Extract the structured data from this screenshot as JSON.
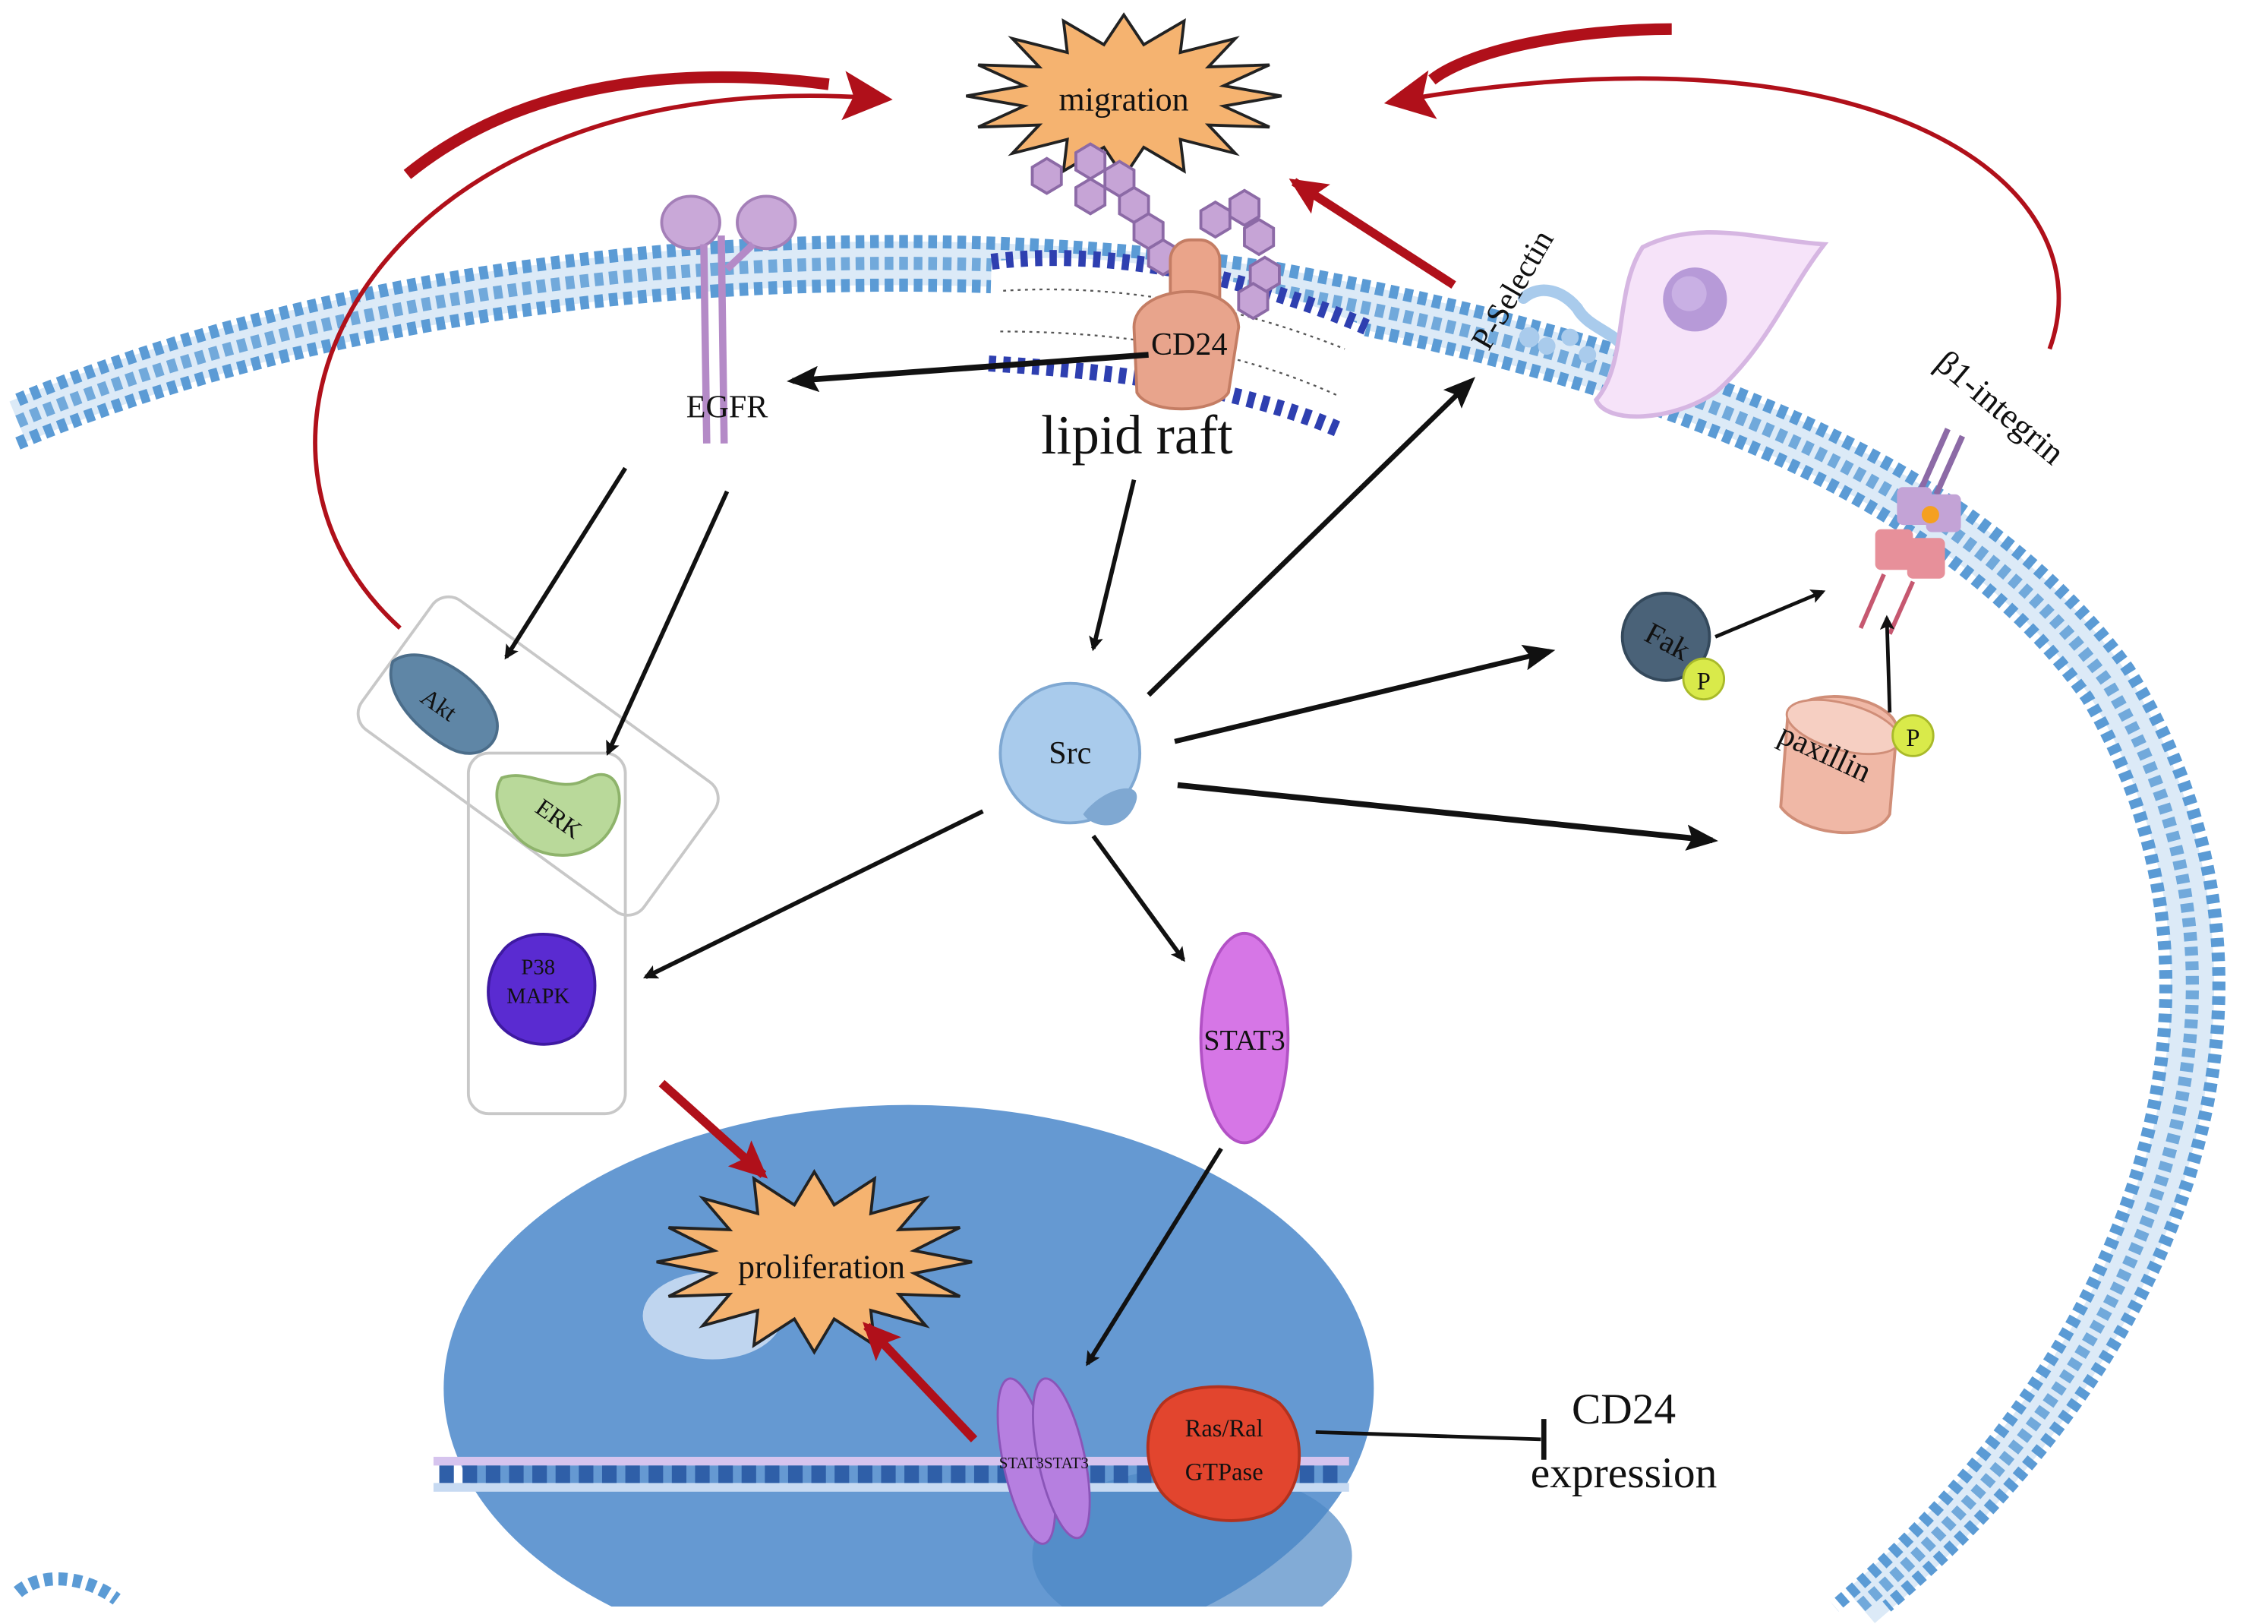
{
  "labels": {
    "migration": "migration",
    "proliferation": "proliferation",
    "cd24": "CD24",
    "lipid_raft": "lipid raft",
    "egfr": "EGFR",
    "p_selectin": "P-Selectin",
    "b1_integrin": "β1-integrin",
    "akt": "Akt",
    "erk": "ERK",
    "p38_line1": "P38",
    "p38_line2": "MAPK",
    "src": "Src",
    "stat3": "STAT3",
    "stat3_dimer": "STAT3STAT3",
    "fak": "Fak",
    "p_fak": "P",
    "paxillin": "paxillin",
    "p_paxillin": "P",
    "rasral_line1": "Ras/Ral",
    "rasral_line2": "GTPase",
    "cd24_expression_line1": "CD24",
    "cd24_expression_line2": "expression"
  },
  "colors": {
    "activation_arrow": "#111111",
    "promotion_arrow": "#b0101a",
    "membrane_head": "#5b9bd5",
    "raft_head": "#2e3fb0",
    "nucleus": "#6599d2",
    "burst_fill": "#f5b370",
    "src_fill": "#a9cbec",
    "stat3_fill": "#d676e6",
    "egfr_fill": "#c9a8d8",
    "cd24_fill": "#e8a48c",
    "akt_fill": "#5f86a6",
    "erk_fill": "#b9d99a",
    "p38_fill": "#5a2bd1",
    "fak_fill": "#4a6278",
    "phospho_fill": "#d9ea4a",
    "paxillin_fill": "#f0b8a6",
    "rasral_fill": "#e2452e"
  }
}
